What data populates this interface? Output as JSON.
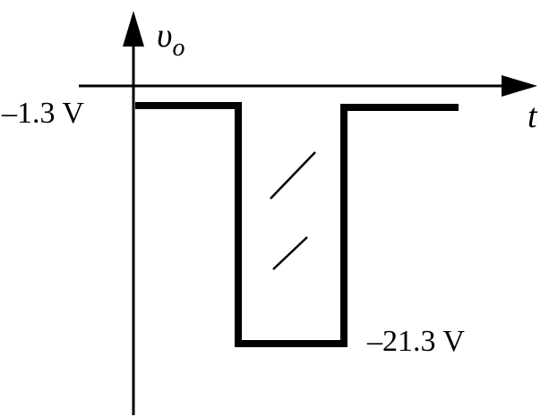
{
  "diagram": {
    "y_axis_symbol": "υ",
    "y_axis_subscript": "o",
    "x_axis_label": "t",
    "high_level_label": "–1.3 V",
    "low_level_label": "–21.3 V"
  },
  "colors": {
    "line": "#000000",
    "background": "#ffffff"
  }
}
